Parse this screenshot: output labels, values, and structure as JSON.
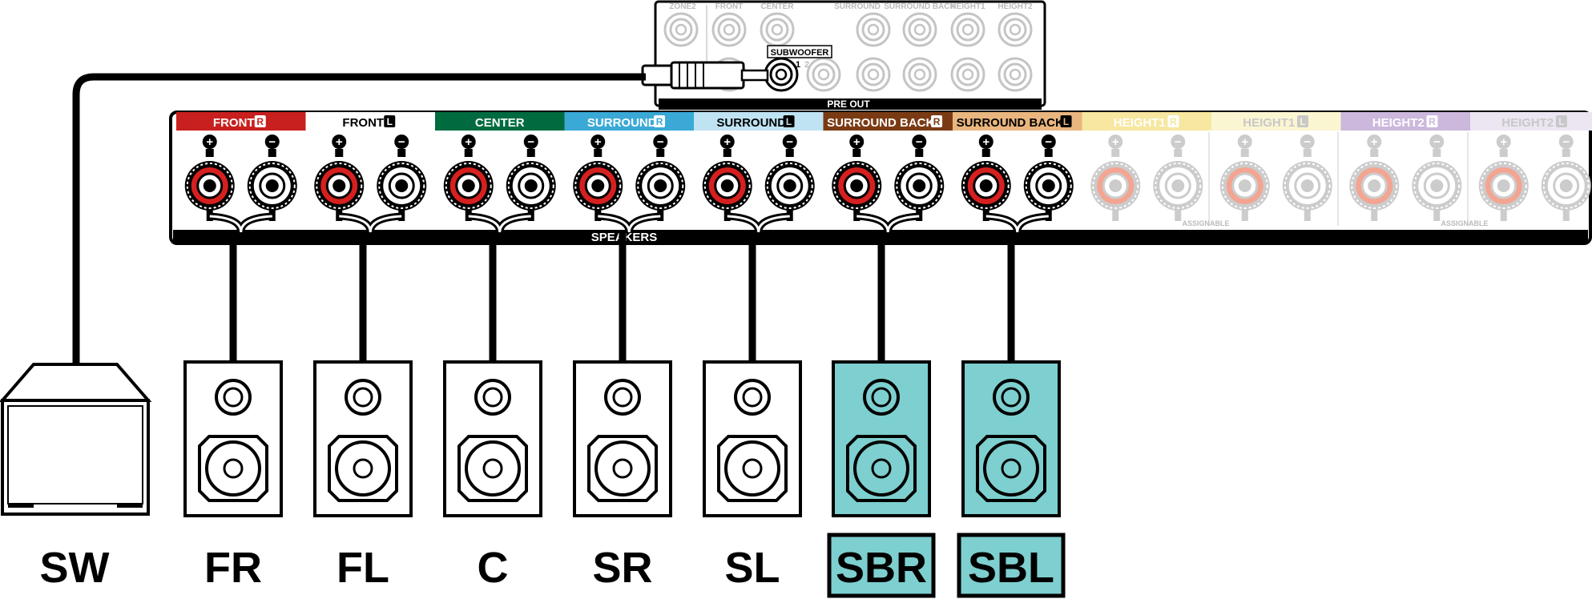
{
  "preout": {
    "top_labels": [
      "ZONE2",
      "FRONT",
      "CENTER",
      "SURROUND",
      "SURROUND BACK",
      "HEIGHT1",
      "HEIGHT2"
    ],
    "subwoofer_label": "SUBWOOFER",
    "sub_port_1": "1",
    "sub_port_2": "2",
    "bottom_label": "PRE OUT"
  },
  "speaker_panel": {
    "panel_label": "SPEAKERS",
    "assignable_label": "ASSIGNABLE",
    "polarity_plus": "+",
    "polarity_minus": "−",
    "channels": [
      {
        "name": "FRONT",
        "side": "R",
        "color": "#c8201e",
        "text_color": "#ffffff",
        "active": true
      },
      {
        "name": "FRONT",
        "side": "L",
        "color": "#ffffff",
        "text_color": "#000000",
        "active": true
      },
      {
        "name": "CENTER",
        "side": "",
        "color": "#006b3f",
        "text_color": "#ffffff",
        "active": true
      },
      {
        "name": "SURROUND",
        "side": "R",
        "color": "#3aa9d6",
        "text_color": "#ffffff",
        "active": true
      },
      {
        "name": "SURROUND",
        "side": "L",
        "color": "#bfe3f2",
        "text_color": "#000000",
        "active": true
      },
      {
        "name": "SURROUND BACK",
        "side": "R",
        "color": "#7a3b14",
        "text_color": "#ffffff",
        "active": true
      },
      {
        "name": "SURROUND BACK",
        "side": "L",
        "color": "#e9b67f",
        "text_color": "#000000",
        "active": true
      },
      {
        "name": "HEIGHT1",
        "side": "R",
        "color": "#f7e7a0",
        "text_color": "#ffffff",
        "active": false
      },
      {
        "name": "HEIGHT1",
        "side": "L",
        "color": "#fbf6d2",
        "text_color": "#c8c8c8",
        "active": false
      },
      {
        "name": "HEIGHT2",
        "side": "R",
        "color": "#cbb8dc",
        "text_color": "#ffffff",
        "active": false
      },
      {
        "name": "HEIGHT2",
        "side": "L",
        "color": "#ece6f2",
        "text_color": "#c8c8c8",
        "active": false
      }
    ]
  },
  "speakers": [
    {
      "label": "SW",
      "kind": "subwoofer",
      "highlight": false
    },
    {
      "label": "FR",
      "kind": "bookshelf",
      "highlight": false
    },
    {
      "label": "FL",
      "kind": "bookshelf",
      "highlight": false
    },
    {
      "label": "C",
      "kind": "bookshelf",
      "highlight": false
    },
    {
      "label": "SR",
      "kind": "bookshelf",
      "highlight": false
    },
    {
      "label": "SL",
      "kind": "bookshelf",
      "highlight": false
    },
    {
      "label": "SBR",
      "kind": "bookshelf",
      "highlight": true
    },
    {
      "label": "SBL",
      "kind": "bookshelf",
      "highlight": true
    }
  ],
  "colors": {
    "terminal_red": "#d6201f",
    "highlight_fill": "#7ecfcf",
    "line": "#000000"
  }
}
